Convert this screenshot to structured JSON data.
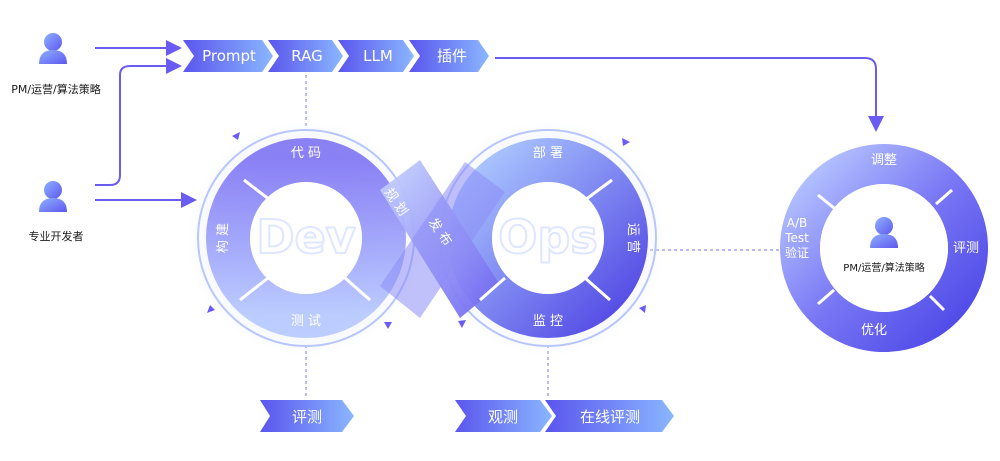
{
  "roles": {
    "pm": "PM/运营/算法策略",
    "developer": "专业开发者"
  },
  "top_chevrons": [
    "Prompt",
    "RAG",
    "LLM",
    "插件"
  ],
  "devops": {
    "dev_word": "Dev",
    "ops_word": "Ops",
    "dev_stages": {
      "code": "代 码",
      "build": "构 建",
      "test": "测 试"
    },
    "center": {
      "plan": "规 划",
      "release": "发 布"
    },
    "ops_stages": {
      "deploy": "部 署",
      "operate": "运 营",
      "monitor": "监 控"
    }
  },
  "bottom_chevrons": {
    "dev_eval": "评测",
    "observe": "观测",
    "online_eval": "在线评测"
  },
  "cycle": {
    "adjust": "调整",
    "evaluate": "评测",
    "optimize": "优化",
    "ab_line1": "A/B",
    "ab_line2": "Test",
    "ab_line3": "验证",
    "center_role": "PM/运营/算法策略"
  },
  "colors": {
    "primary": "#5b5cf0",
    "light": "#a9c4ff",
    "arrow": "#6a5cf2",
    "text_dark": "#1a1a1a"
  },
  "icons": [
    "person-icon",
    "person-icon",
    "person-icon"
  ]
}
